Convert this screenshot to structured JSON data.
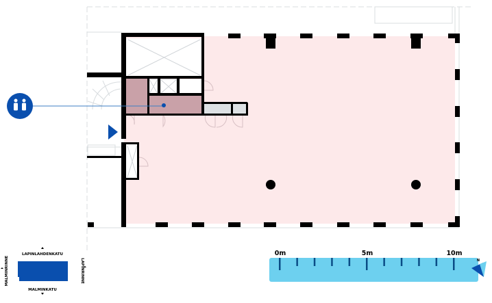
{
  "colors": {
    "floor": "#fde9ea",
    "wc": "#c9a1a8",
    "storage": "#dde1e4",
    "brand": "#0a4fae",
    "scale_bar": "#6dd0ef",
    "scale_tick": "#0a4c86"
  },
  "icons": {
    "wc_marker": "restroom-icon",
    "entrance": "entrance-arrow-icon",
    "north": "north-arrow-icon"
  },
  "location_map": {
    "street_north": "LAPINLAHDENKATU",
    "street_south": "MALMINKATU",
    "street_west": "MALMINRINNE",
    "street_east": "LAPINRINNE"
  },
  "scale": {
    "labels": [
      "0m",
      "5m",
      "10m"
    ],
    "max_meters": 10,
    "north_label": "N"
  }
}
